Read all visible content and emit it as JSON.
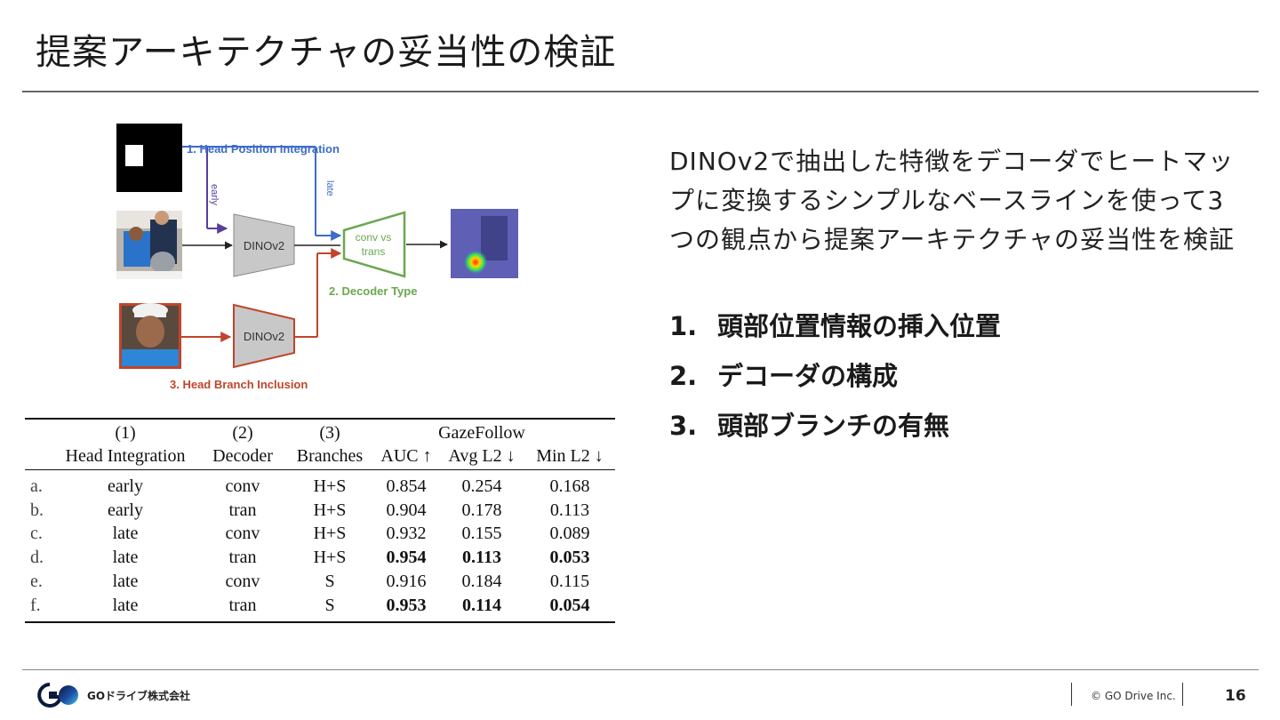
{
  "slide": {
    "title": "提案アーキテクチャの妥当性の検証",
    "description": "DINOv2で抽出した特徴をデコーダでヒートマップに変換するシンプルなベースラインを使って3つの観点から提案アーキテクチャの妥当性を検証",
    "points": [
      {
        "num": "1.",
        "text": "頭部位置情報の挿入位置"
      },
      {
        "num": "2.",
        "text": "デコーダの構成"
      },
      {
        "num": "3.",
        "text": "頭部ブランチの有無"
      }
    ]
  },
  "diagram": {
    "head_position_label": "1. Head Position Integration",
    "early_label": "early",
    "late_label": "late",
    "encoder_top_label": "DINOv2",
    "encoder_bottom_label": "DINOv2",
    "decoder_label_line1": "conv vs",
    "decoder_label_line2": "trans",
    "decoder_type_label": "2. Decoder Type",
    "head_branch_label": "3. Head Branch Inclusion",
    "colors": {
      "blue": "#3d6cc9",
      "purple": "#5a3e9e",
      "green": "#6aa84f",
      "red": "#c0452b"
    }
  },
  "table": {
    "header_numbers": [
      "(1)",
      "(2)",
      "(3)"
    ],
    "dataset": "GazeFollow",
    "columns": [
      "Head Integration",
      "Decoder",
      "Branches",
      "AUC ↑",
      "Avg L2 ↓",
      "Min L2 ↓"
    ],
    "rows": [
      {
        "label": "a.",
        "cells": [
          "early",
          "conv",
          "H+S",
          "0.854",
          "0.254",
          "0.168"
        ],
        "bold": [
          false,
          false,
          false,
          false,
          false,
          false
        ]
      },
      {
        "label": "b.",
        "cells": [
          "early",
          "tran",
          "H+S",
          "0.904",
          "0.178",
          "0.113"
        ],
        "bold": [
          false,
          false,
          false,
          false,
          false,
          false
        ]
      },
      {
        "label": "c.",
        "cells": [
          "late",
          "conv",
          "H+S",
          "0.932",
          "0.155",
          "0.089"
        ],
        "bold": [
          false,
          false,
          false,
          false,
          false,
          false
        ]
      },
      {
        "label": "d.",
        "cells": [
          "late",
          "tran",
          "H+S",
          "0.954",
          "0.113",
          "0.053"
        ],
        "bold": [
          false,
          false,
          false,
          true,
          true,
          true
        ]
      },
      {
        "label": "e.",
        "cells": [
          "late",
          "conv",
          "S",
          "0.916",
          "0.184",
          "0.115"
        ],
        "bold": [
          false,
          false,
          false,
          false,
          false,
          false
        ]
      },
      {
        "label": "f.",
        "cells": [
          "late",
          "tran",
          "S",
          "0.953",
          "0.114",
          "0.054"
        ],
        "bold": [
          false,
          false,
          false,
          true,
          true,
          true
        ]
      }
    ]
  },
  "footer": {
    "company": "GOドライブ株式会社",
    "copyright": "© GO Drive Inc.",
    "page": "16"
  }
}
